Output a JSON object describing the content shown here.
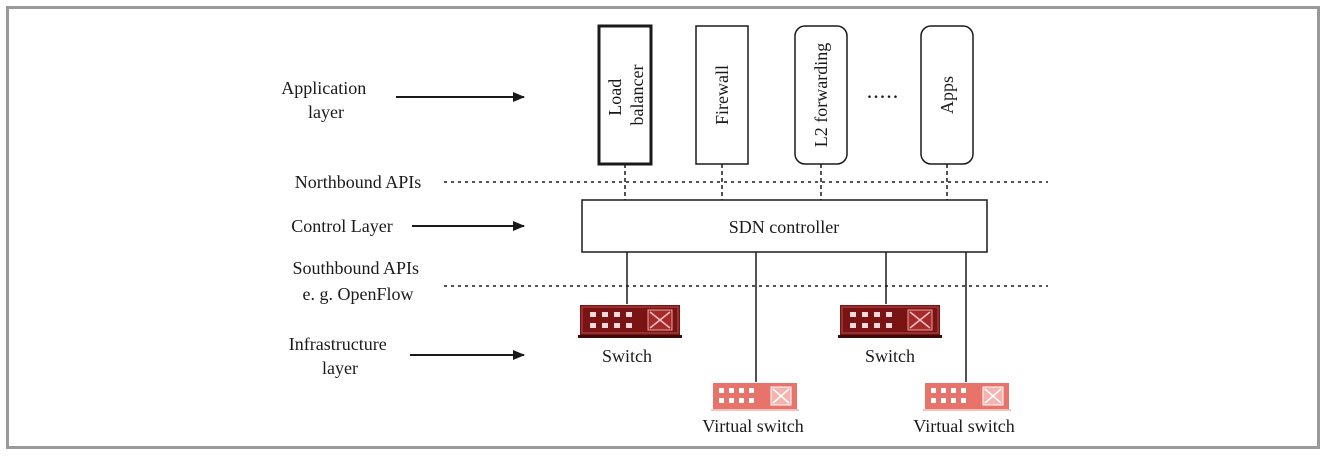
{
  "layers": {
    "application": [
      "Application",
      "layer"
    ],
    "northbound": "Northbound APIs",
    "control": "Control Layer",
    "southbound": [
      "Southbound APIs",
      "e. g. OpenFlow"
    ],
    "infrastructure": [
      "Infrastructure",
      "layer"
    ]
  },
  "apps": {
    "load_balancer": [
      "Load",
      "balancer"
    ],
    "firewall": "Firewall",
    "l2_forwarding": "L2 forwarding",
    "ellipsis": ".....",
    "apps": "Apps"
  },
  "controller": "SDN controller",
  "devices": {
    "switch_1": "Switch",
    "switch_2": "Switch",
    "virtual_switch_1": "Virtual switch",
    "virtual_switch_2": "Virtual switch"
  },
  "colors": {
    "physical_switch": "#7a1414",
    "virtual_switch": "#e8736a",
    "frame": "#9a9a9a"
  }
}
